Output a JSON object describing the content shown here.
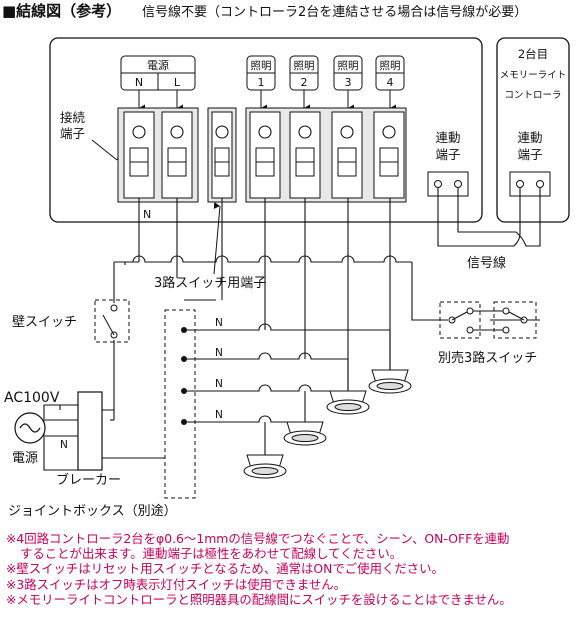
{
  "header": {
    "title": "■結線図（参考）",
    "subtitle": "信号線不要（コントローラ2台を連結させる場合は信号線が必要）"
  },
  "controller": {
    "terminal_label_1": "接続",
    "terminal_label_2": "端子",
    "power_label": "電源",
    "n": "N",
    "l": "L",
    "lights": [
      {
        "label": "照明",
        "num": "1"
      },
      {
        "label": "照明",
        "num": "2"
      },
      {
        "label": "照明",
        "num": "3"
      },
      {
        "label": "照明",
        "num": "4"
      }
    ],
    "link_label_1": "連動",
    "link_label_2": "端子",
    "bottom_n": "N"
  },
  "second_controller": {
    "line1": "2台目",
    "line2": "メモリーライト",
    "line3": "コントローラ",
    "link_label_1": "連動",
    "link_label_2": "端子"
  },
  "labels": {
    "three_way_terminal": "3路スイッチ用端子",
    "signal_line": "信号線",
    "wall_switch": "壁スイッチ",
    "separate_switch": "別売3路スイッチ",
    "ac": "AC100V",
    "power": "電源",
    "breaker": "ブレーカー",
    "junction_box": "ジョイントボックス（別途）",
    "n1": "N",
    "n2": "N",
    "n3": "N",
    "n4": "N",
    "n_ac": "N"
  },
  "notes": [
    "※4回路コントローラ2台をφ0.6～1mmの信号線でつなぐことで、シーン、ON-OFFを連動",
    "することが出来ます。連動端子は極性をあわせて配線してください。",
    "※壁スイッチはリセット用スイッチとなるため、通常はONでご使用ください。",
    "※3路スイッチはオフ時表示灯付スイッチは使用できません。",
    "※メモリーライトコントローラと照明器具の配線間にスイッチを設けることはできません。"
  ]
}
